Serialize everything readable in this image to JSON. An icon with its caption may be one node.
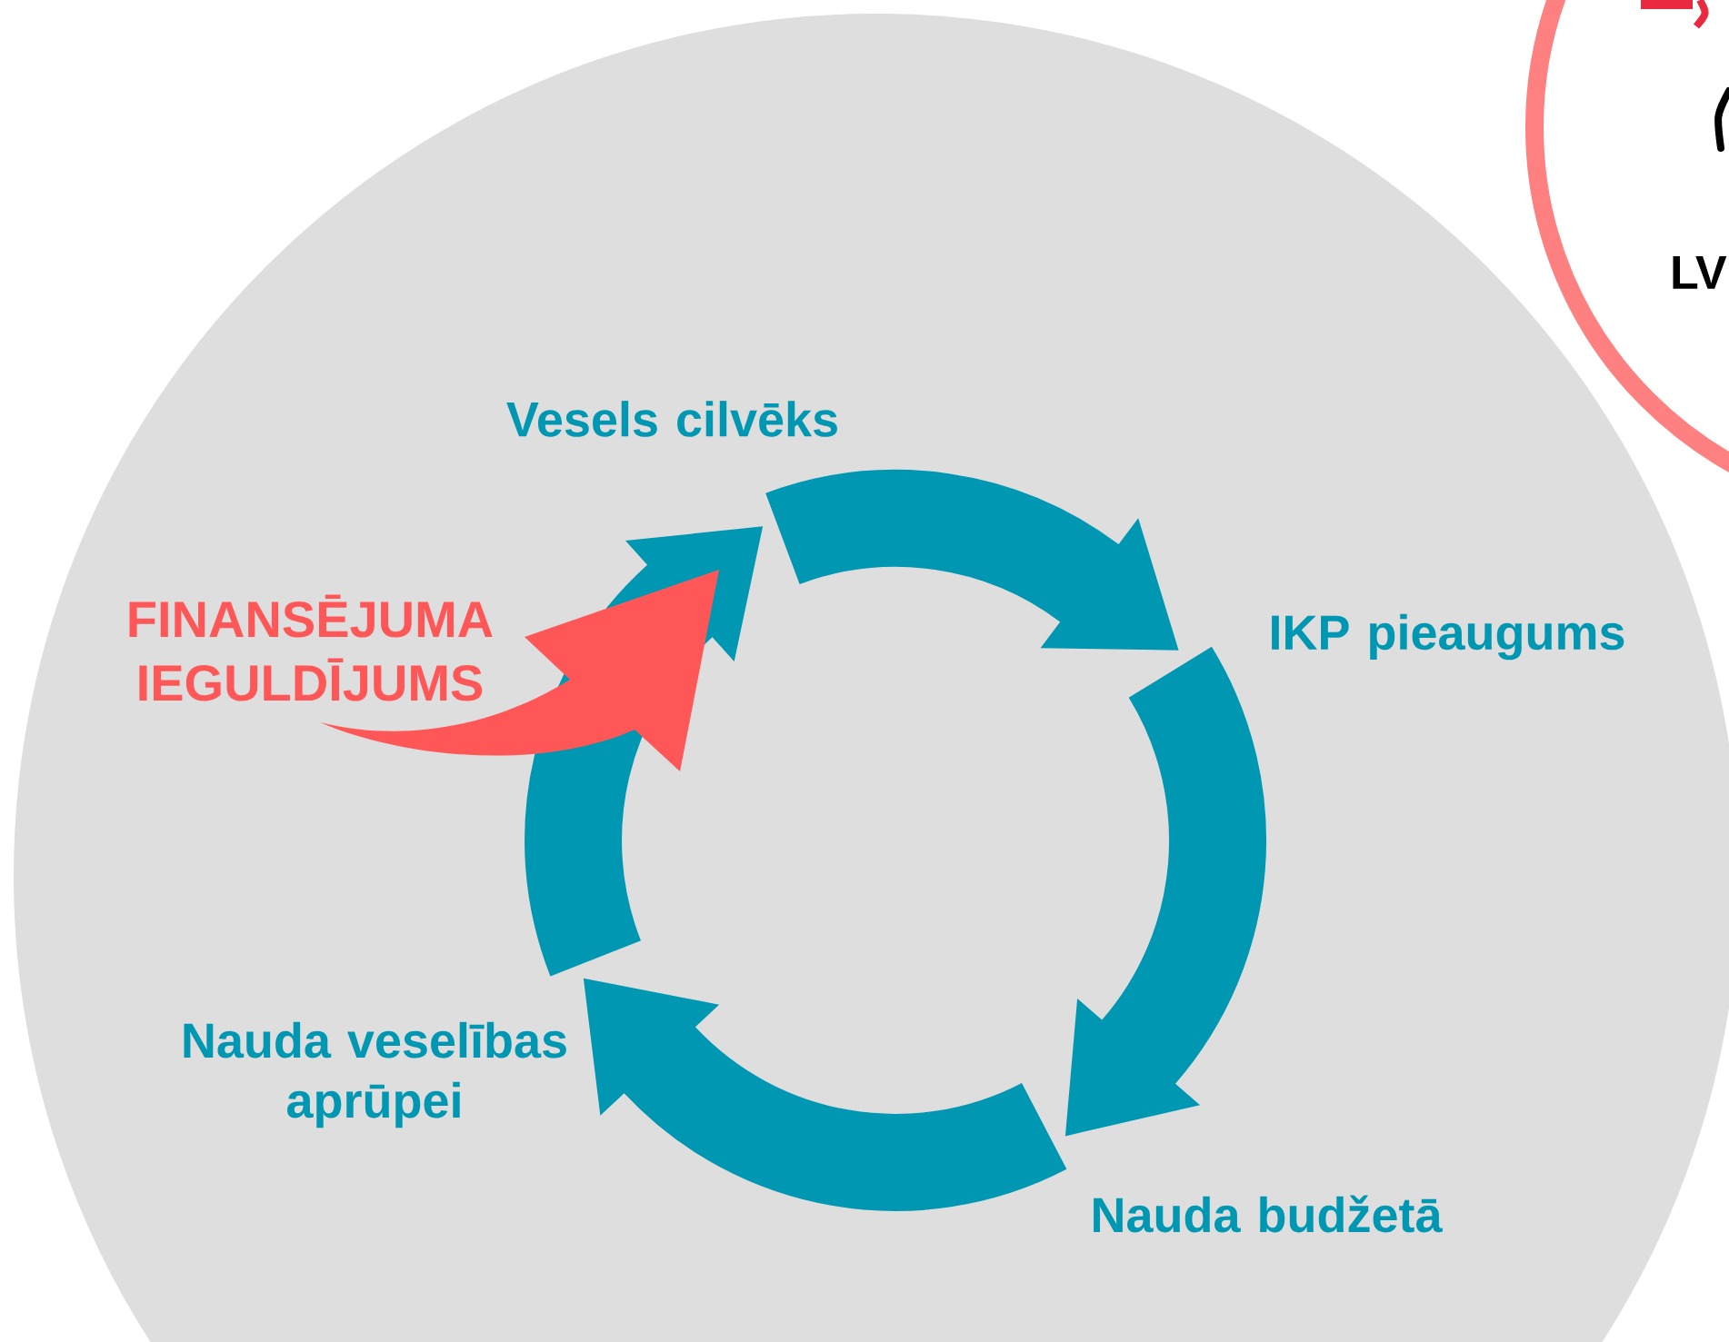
{
  "diagram": {
    "nodes": [
      {
        "text": [
          "Vesels cilvēks"
        ]
      },
      {
        "text": [
          "IKP pieaugums"
        ]
      },
      {
        "text": [
          "Nauda budžetā"
        ]
      },
      {
        "text": [
          "Nauda veselības aprūpei"
        ]
      },
      {
        "text": [
          "FINANSĒJUMA IEGULDĪJUMS"
        ]
      }
    ],
    "edges": [
      {
        "from": 0,
        "to": 1,
        "arrow": "to"
      },
      {
        "from": 1,
        "to": 2,
        "arrow": "to"
      },
      {
        "from": 2,
        "to": 3,
        "arrow": "to"
      },
      {
        "from": 3,
        "to": 0,
        "arrow": "to"
      },
      {
        "from": 4,
        "to": 0,
        "arrow": "to",
        "color": "#ff5757"
      }
    ],
    "labels": [
      "LV"
    ]
  }
}
